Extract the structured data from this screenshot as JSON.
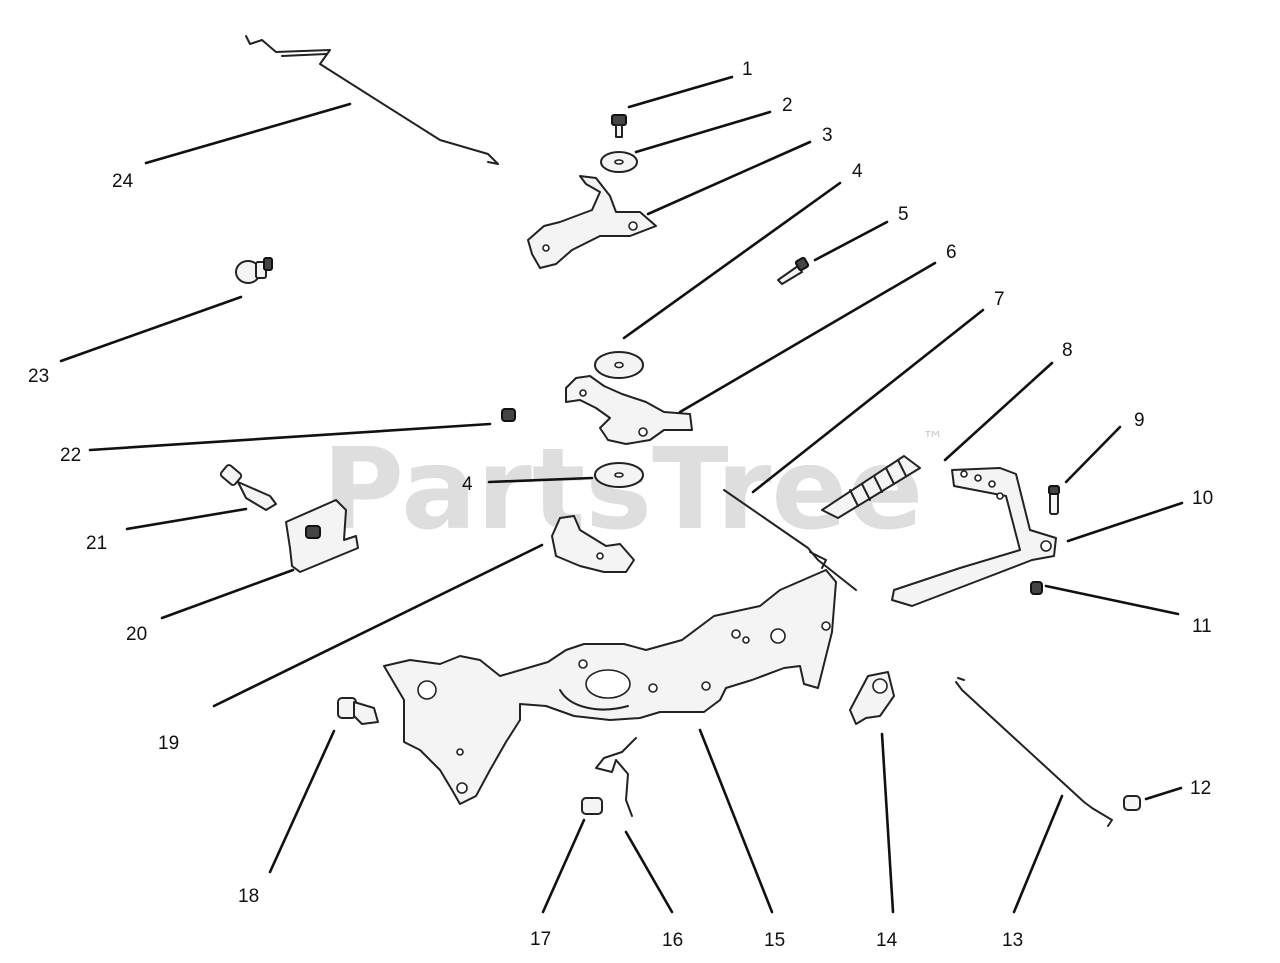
{
  "watermark": {
    "text": "PartsTree",
    "trademark": "™"
  },
  "callouts": [
    "1",
    "2",
    "3",
    "4",
    "5",
    "6",
    "7",
    "8",
    "9",
    "10",
    "11",
    "12",
    "13",
    "14",
    "15",
    "16",
    "17",
    "18",
    "19",
    "20",
    "21",
    "22",
    "23",
    "24",
    "4"
  ]
}
